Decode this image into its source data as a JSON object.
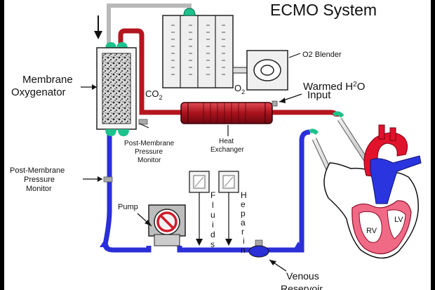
{
  "title": "ECMO System",
  "labels": {
    "membrane_oxygenator": [
      "Membrane",
      "Oxygenator"
    ],
    "co2": "CO",
    "co2_sub": "2",
    "o2": "O",
    "o2_sub": "2",
    "o2_blender": "O2 Blender",
    "warmed_h2o": [
      "Warmed H",
      "2",
      "O",
      "Input"
    ],
    "post_membrane_upper": [
      "Post-Membrane",
      "Pressure",
      "Monitor"
    ],
    "post_membrane_left": [
      "Post-Membrane",
      "Pressure",
      "Monitor"
    ],
    "heat_exchanger": [
      "Heat",
      "Exchanger"
    ],
    "pump": "Pump",
    "fluids": [
      "F",
      "l",
      "u",
      "i",
      "d",
      "s"
    ],
    "heparin": [
      "H",
      "e",
      "p",
      "a",
      "r",
      "i",
      "n"
    ],
    "venous": [
      "Venous",
      "Reservoir"
    ],
    "rv": "RV",
    "lv": "LV"
  },
  "colors": {
    "venous_line": "#2a2fd8",
    "arterial_line": "#b3161f",
    "connector": "#1ec28c",
    "grey_line": "#b9b9b9",
    "heart_red": "#e2122c",
    "heart_blue": "#2a35e0",
    "heart_pink": "#f06a86"
  }
}
